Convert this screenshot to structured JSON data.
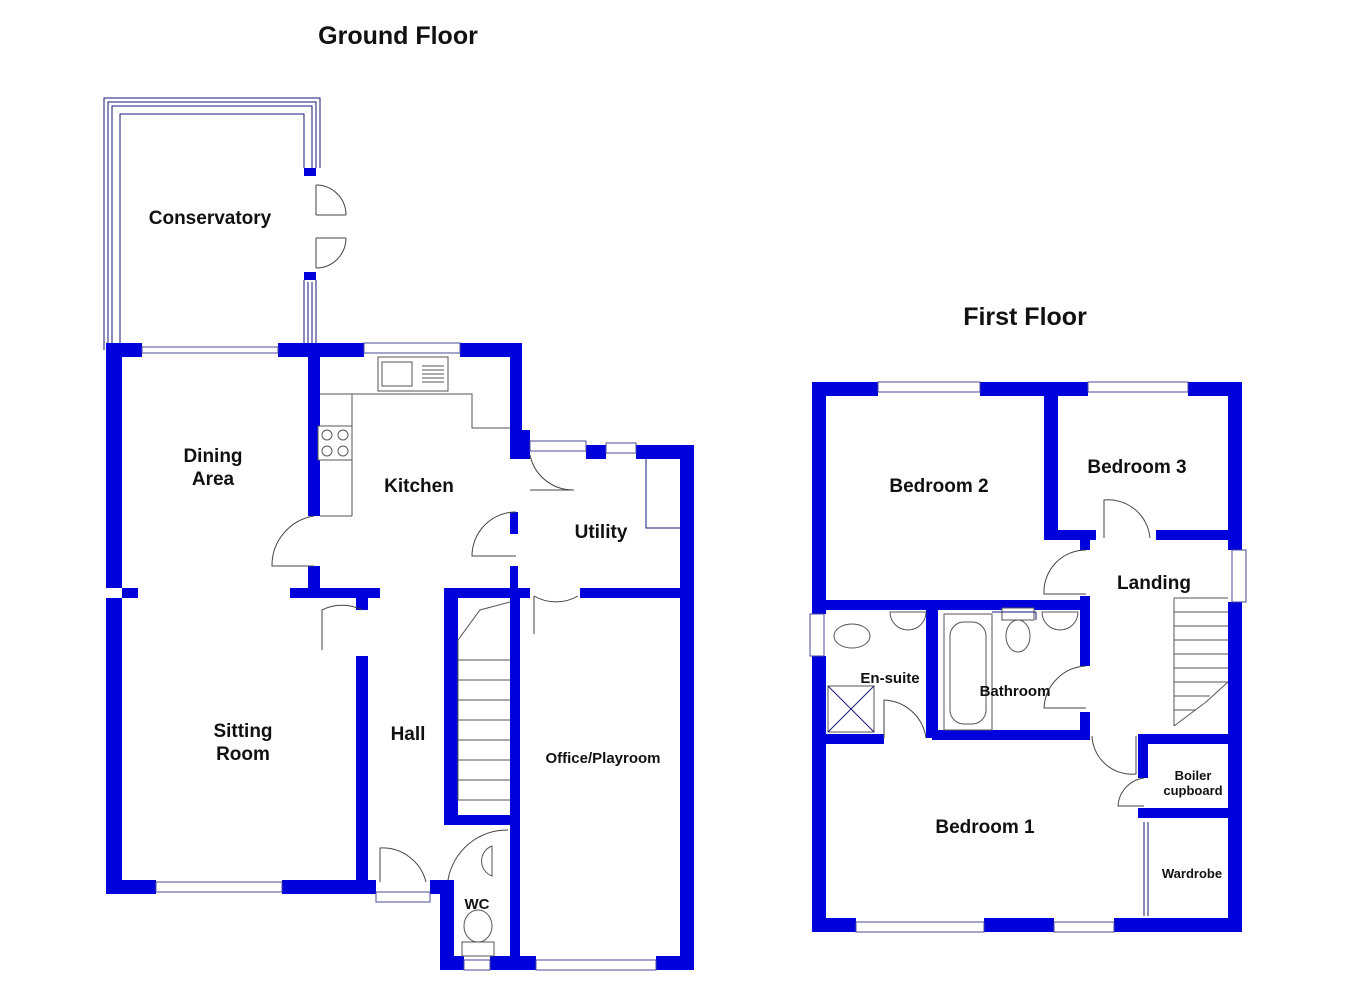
{
  "colors": {
    "wall": "#0000dd",
    "background": "#ffffff"
  },
  "floors": {
    "ground": {
      "title": "Ground Floor",
      "rooms": {
        "conservatory": [
          "Conservatory"
        ],
        "dining_area": [
          "Dining",
          "Area"
        ],
        "kitchen": [
          "Kitchen"
        ],
        "utility": [
          "Utility"
        ],
        "sitting_room": [
          "Sitting",
          "Room"
        ],
        "hall": [
          "Hall"
        ],
        "office": [
          "Office/Playroom"
        ],
        "wc": [
          "WC"
        ]
      }
    },
    "first": {
      "title": "First Floor",
      "rooms": {
        "bedroom_2": [
          "Bedroom 2"
        ],
        "bedroom_3": [
          "Bedroom 3"
        ],
        "landing": [
          "Landing"
        ],
        "en_suite": [
          "En-suite"
        ],
        "bathroom": [
          "Bathroom"
        ],
        "boiler_cupboard": [
          "Boiler",
          "cupboard"
        ],
        "bedroom_1": [
          "Bedroom 1"
        ],
        "wardrobe": [
          "Wardrobe"
        ]
      }
    }
  }
}
